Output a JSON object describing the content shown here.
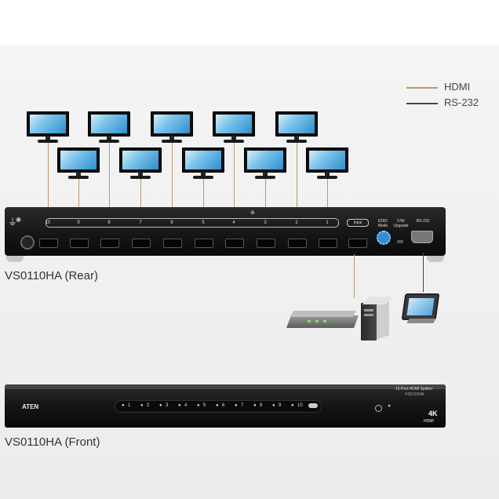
{
  "legend": {
    "hdmi_label": "HDMI",
    "rs232_label": "RS-232",
    "hdmi_color": "#b79a6a",
    "rs232_color": "#444444"
  },
  "rear": {
    "caption": "VS0110HA (Rear)",
    "port_numbers": [
      "10",
      "9",
      "8",
      "7",
      "6",
      "5",
      "4",
      "3",
      "2",
      "1"
    ],
    "input_label": "Input",
    "edid_label": "EDID Mode",
    "fw_label": "F/W Upgrade",
    "rs232_port_label": "RS-232"
  },
  "front": {
    "caption": "VS0110HA (Front)",
    "brand": "ATEN",
    "model_title": "10 Port HDMI Splitter",
    "model_number": "VS0110HA",
    "led_numbers": [
      "1",
      "2",
      "3",
      "4",
      "5",
      "6",
      "7",
      "8",
      "9",
      "10"
    ],
    "badge_4k": "4K",
    "badge_hdmi": "HDMI"
  },
  "devices": {
    "icons": [
      "monitor-icon",
      "media-player-icon",
      "pc-tower-icon",
      "console-monitor-icon"
    ]
  }
}
